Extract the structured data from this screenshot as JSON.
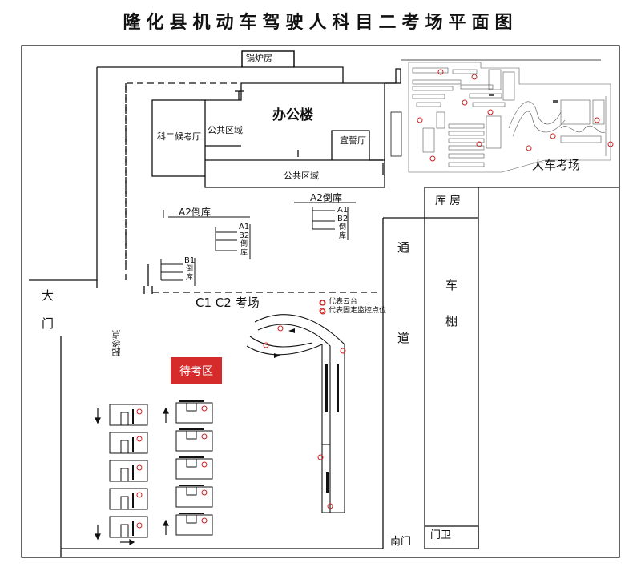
{
  "title": "隆化县机动车驾驶人科目二考场平面图",
  "labels": {
    "boiler": "锅炉房",
    "office": "办公楼",
    "public_area_small": "公共区域",
    "public_area_large": "公共区域",
    "waiting_hall": "科二候考厅",
    "oath_hall": "宣誓厅",
    "bus_area": "大车考场",
    "warehouse": "库房",
    "a2_left": "A2倒库",
    "a2_right": "A2倒库",
    "a1b2_left": [
      "A1",
      "B2",
      "倒",
      "库"
    ],
    "a1b2_right": [
      "A1",
      "B2",
      "倒",
      "库"
    ],
    "b1": [
      "B1",
      "倒",
      "库"
    ],
    "gate": [
      "大",
      "门"
    ],
    "passage": [
      "通",
      "道"
    ],
    "shed": [
      "车",
      "棚"
    ],
    "c1c2": "C1  C2 考场",
    "legend_cam": "代表云台",
    "legend_fixed": "代表固定监控点位",
    "start_end": "起终点",
    "waiting_area": "待考区",
    "south_gate": "南门",
    "guard": "门卫"
  },
  "colors": {
    "line": "#111111",
    "red": "#d62b2b",
    "marker": "#cc2222"
  }
}
